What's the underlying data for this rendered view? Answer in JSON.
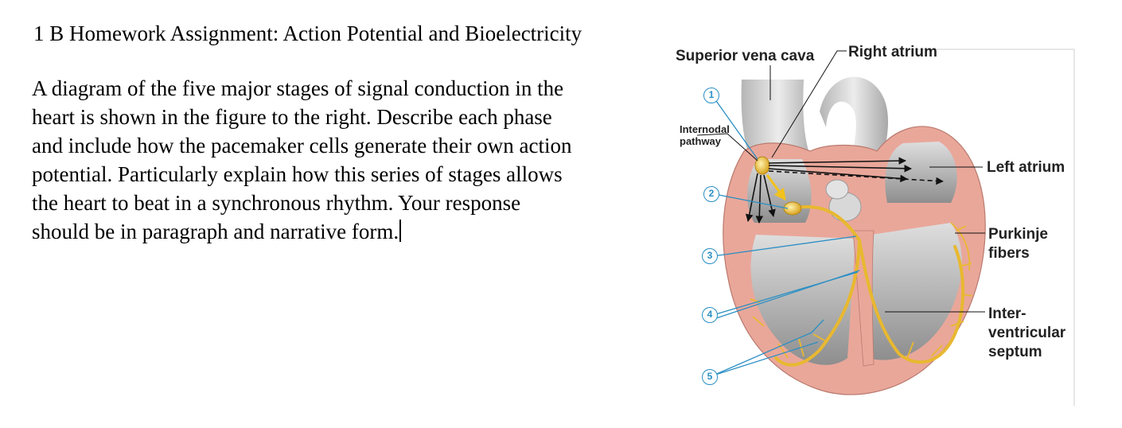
{
  "document": {
    "title": "1 B Homework Assignment: Action Potential and Bioelectricity",
    "body_lines": [
      "A diagram of the five major stages of signal conduction in the",
      "heart is shown in the figure to the right.  Describe each phase",
      "and include how the pacemaker cells generate their own action",
      "potential.  Particularly explain how this series of stages allows",
      "the heart to beat in a synchronous rhythm.  Your response",
      "should be in paragraph and narrative form."
    ]
  },
  "figure": {
    "labels": {
      "superior_vena_cava": "Superior vena cava",
      "right_atrium": "Right atrium",
      "internodal": "Internodal",
      "pathway": "pathway",
      "left_atrium": "Left atrium",
      "purkinje_1": "Purkinje",
      "purkinje_2": "fibers",
      "septum_1": "Inter-",
      "septum_2": "ventricular",
      "septum_3": "septum"
    },
    "stages": [
      "1",
      "2",
      "3",
      "4",
      "5"
    ],
    "colors": {
      "callout_line": "#2b8fc4",
      "conduction_pathway": "#e8b830",
      "myocardium": "#e9a79a",
      "chamber_interior": "#c9c9c9"
    }
  }
}
